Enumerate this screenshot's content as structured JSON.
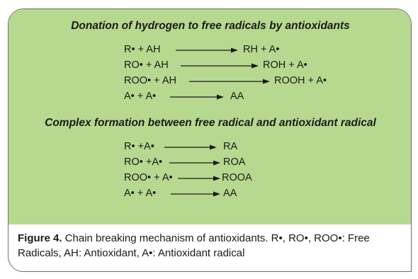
{
  "section1": {
    "heading": "Donation of hydrogen to free radicals by antioxidants",
    "reactions": [
      {
        "lhs": "R• + AH",
        "rhs": "RH + A•"
      },
      {
        "lhs": "RO• + AH",
        "rhs": "ROH + A•"
      },
      {
        "lhs": "ROO• + AH",
        "rhs": "ROOH + A•"
      },
      {
        "lhs": "A• + A•",
        "rhs": "AA"
      }
    ]
  },
  "section2": {
    "heading": "Complex formation between free radical and antioxidant radical",
    "reactions": [
      {
        "lhs": "R• +A•",
        "rhs": "RA"
      },
      {
        "lhs": "RO• +A•",
        "rhs": "ROA"
      },
      {
        "lhs": "ROO• + A•",
        "rhs": "ROOA"
      },
      {
        "lhs": "A• + A•",
        "rhs": "AA"
      }
    ]
  },
  "caption": {
    "label": "Figure 4.",
    "text": " Chain breaking mechanism of antioxidants. R•, RO•, ROO•: Free Radicals, AH: Antioxidant, A•: Antioxidant radical"
  },
  "colors": {
    "panel_background": "#b7d98f",
    "text": "#1a1a1a",
    "border": "#6f6f6f"
  }
}
